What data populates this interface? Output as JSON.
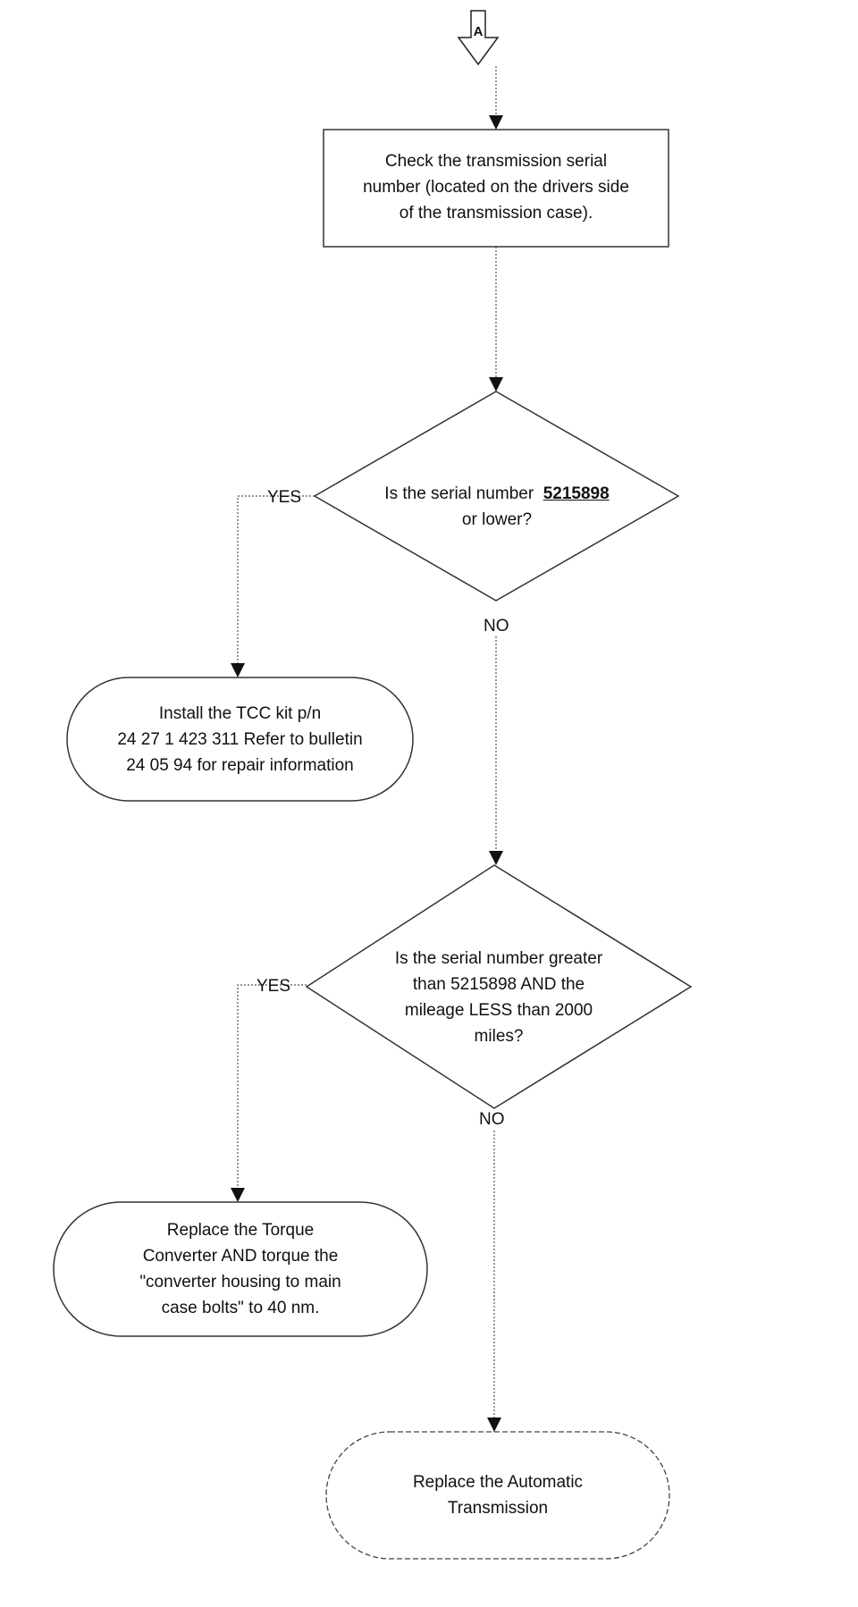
{
  "connector": {
    "label": "A"
  },
  "process": {
    "check_serial": [
      "Check the transmission serial",
      "number (located on the drivers side",
      "of the transmission case)."
    ]
  },
  "decision_1": {
    "line1_prefix": "Is the serial number",
    "line1_value": "5215898",
    "line2": "or lower?",
    "yes_label": "YES",
    "no_label": "NO"
  },
  "terminal_tcc": [
    "Install the TCC kit p/n",
    "24 27 1 423 311 Refer to bulletin",
    "24 05 94 for repair information"
  ],
  "decision_2": {
    "lines": [
      "Is the serial number greater",
      "than 5215898  AND the",
      "mileage LESS than 2000",
      "miles?"
    ],
    "yes_label": "YES",
    "no_label": "NO"
  },
  "terminal_torque": [
    "Replace the Torque",
    "Converter AND torque the",
    "\"converter housing to main",
    "case bolts\" to 40 nm."
  ],
  "terminal_trans": [
    "Replace the Automatic",
    "Transmission"
  ]
}
